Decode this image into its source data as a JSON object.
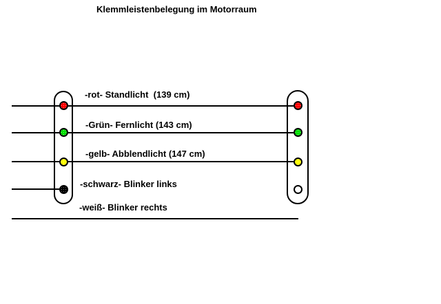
{
  "title": "Klemmleistenbelegung im Motorraum",
  "background_color": "#ffffff",
  "wire_color": "#000000",
  "rows": [
    {
      "wire": "rot",
      "function": "Standlicht",
      "length": "139 cm",
      "label": "-rot- Standlicht  (139 cm)"
    },
    {
      "wire": "Grün",
      "function": "Fernlicht",
      "length": "143 cm",
      "label": "-Grün- Fernlicht (143 cm)"
    },
    {
      "wire": "gelb",
      "function": "Abblendlicht",
      "length": "147 cm",
      "label": "-gelb- Abblendlicht (147 cm)"
    },
    {
      "wire": "schwarz",
      "function": "Blinker links",
      "label": "-schwarz- Blinker links"
    },
    {
      "wire": "weiß",
      "function": "Blinker rechts",
      "label": "-weiß- Blinker rechts"
    }
  ],
  "strips": {
    "left": {
      "terminals": [
        "#ff0000",
        "#00dd00",
        "#ffff00",
        "#000000"
      ]
    },
    "right": {
      "terminals": [
        "#ff0000",
        "#00dd00",
        "#ffff00",
        "#ffffff"
      ]
    }
  }
}
